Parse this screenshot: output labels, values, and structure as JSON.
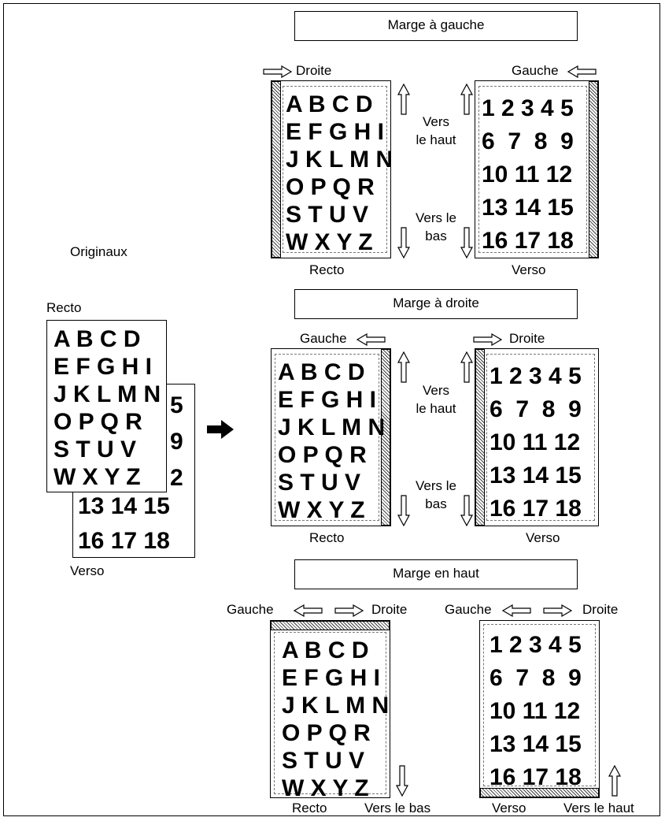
{
  "originals": {
    "label": "Originaux",
    "recto_label": "Recto",
    "verso_label": "Verso",
    "recto_rows": [
      "A B C D",
      "E F G H I",
      "J K L M N",
      "O P Q R",
      "S T U V",
      "W X Y Z"
    ],
    "verso_peek_rows": [
      "5",
      "9",
      "2"
    ],
    "verso_bottom_rows": [
      "13 14 15",
      "16 17 18"
    ]
  },
  "letters": [
    "A B C D",
    "E F G H I",
    "J K L M N",
    "O P Q R",
    "S T U V",
    "W X Y Z"
  ],
  "numbers": [
    "1 2 3 4 5",
    "6  7  8  9",
    "10 11 12",
    "13 14 15",
    "16 17 18"
  ],
  "sections": {
    "left": {
      "title": "Marge à gauche",
      "recto_dir": "Droite",
      "verso_dir": "Gauche",
      "up": "Vers\nle haut",
      "down": "Vers le\nbas",
      "recto": "Recto",
      "verso": "Verso"
    },
    "right": {
      "title": "Marge à droite",
      "recto_dir": "Gauche",
      "verso_dir": "Droite",
      "up": "Vers\nle haut",
      "down": "Vers le\nbas",
      "recto": "Recto",
      "verso": "Verso"
    },
    "top": {
      "title": "Marge en haut",
      "recto_left": "Gauche",
      "recto_right": "Droite",
      "verso_left": "Gauche",
      "verso_right": "Droite",
      "recto": "Recto",
      "down": "Vers le bas",
      "verso": "Verso",
      "up": "Vers le haut"
    }
  }
}
